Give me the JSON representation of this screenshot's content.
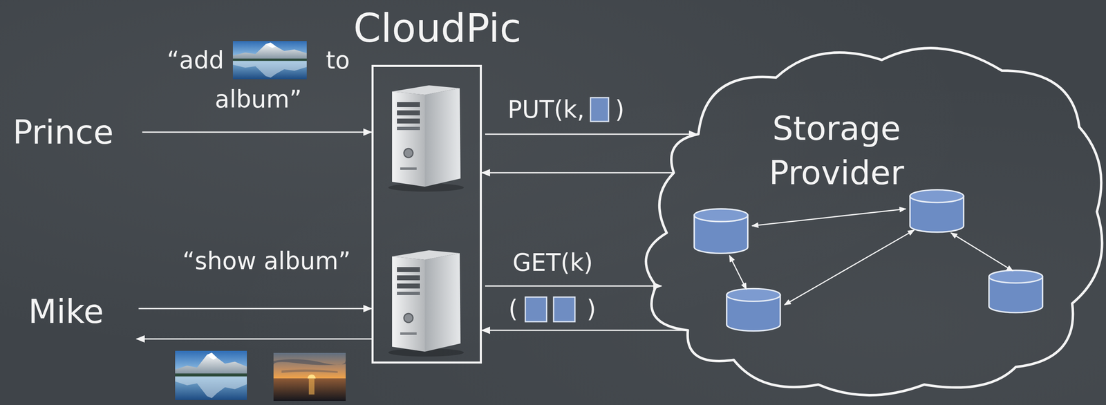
{
  "diagram": {
    "nodes": [
      {
        "text": [
          "Prince"
        ]
      },
      {
        "text": [
          "CloudPic"
        ]
      },
      {
        "text": [
          "Storage Provider"
        ]
      },
      {
        "text": [
          "Mike"
        ]
      }
    ],
    "edges": [
      {
        "from": 0,
        "to": 1,
        "arrow": "to",
        "label": "“add to album”"
      },
      {
        "from": 1,
        "to": 2,
        "arrow": "to",
        "label": "PUT(k, )"
      },
      {
        "from": 2,
        "to": 1,
        "arrow": "to"
      },
      {
        "from": 3,
        "to": 1,
        "arrow": "to",
        "label": "“show album”"
      },
      {
        "from": 1,
        "to": 2,
        "arrow": "to",
        "label": "GET(k)"
      },
      {
        "from": 2,
        "to": 1,
        "arrow": "to",
        "label": "()"
      },
      {
        "from": 1,
        "to": 3,
        "arrow": "to"
      }
    ]
  }
}
